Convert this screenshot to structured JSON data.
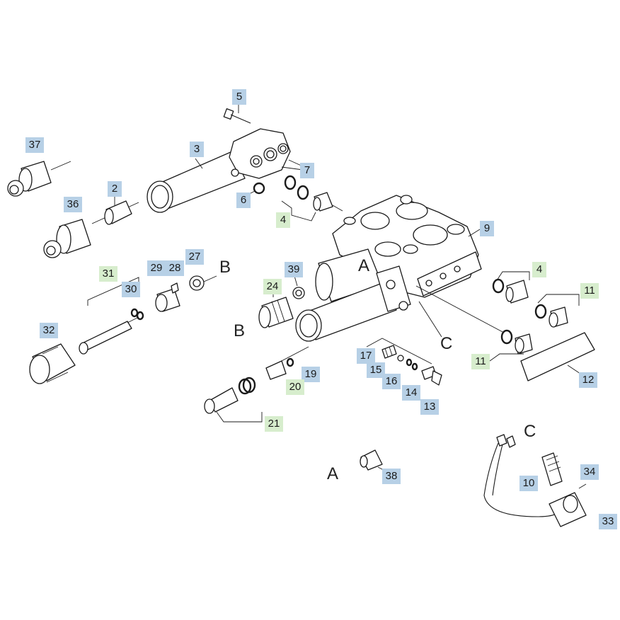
{
  "colors": {
    "part_label_bg": "#b7d0e6",
    "kit_label_bg": "#d7edcd",
    "line": "#1a1a1a"
  },
  "labels": {
    "l2": "2",
    "l3": "3",
    "l4a": "4",
    "l4b": "4",
    "l5": "5",
    "l6": "6",
    "l7": "7",
    "l9": "9",
    "l10": "10",
    "l11a": "11",
    "l11b": "11",
    "l12": "12",
    "l13": "13",
    "l14": "14",
    "l15": "15",
    "l16": "16",
    "l17": "17",
    "l19": "19",
    "l20": "20",
    "l21": "21",
    "l24": "24",
    "l27": "27",
    "l28": "28",
    "l29": "29",
    "l30": "30",
    "l31": "31",
    "l32": "32",
    "l33": "33",
    "l34": "34",
    "l36": "36",
    "l37": "37",
    "l38": "38",
    "l39": "39"
  },
  "refs": {
    "a1": "A",
    "a2": "A",
    "b1": "B",
    "b2": "B",
    "c1": "C",
    "c2": "C"
  }
}
